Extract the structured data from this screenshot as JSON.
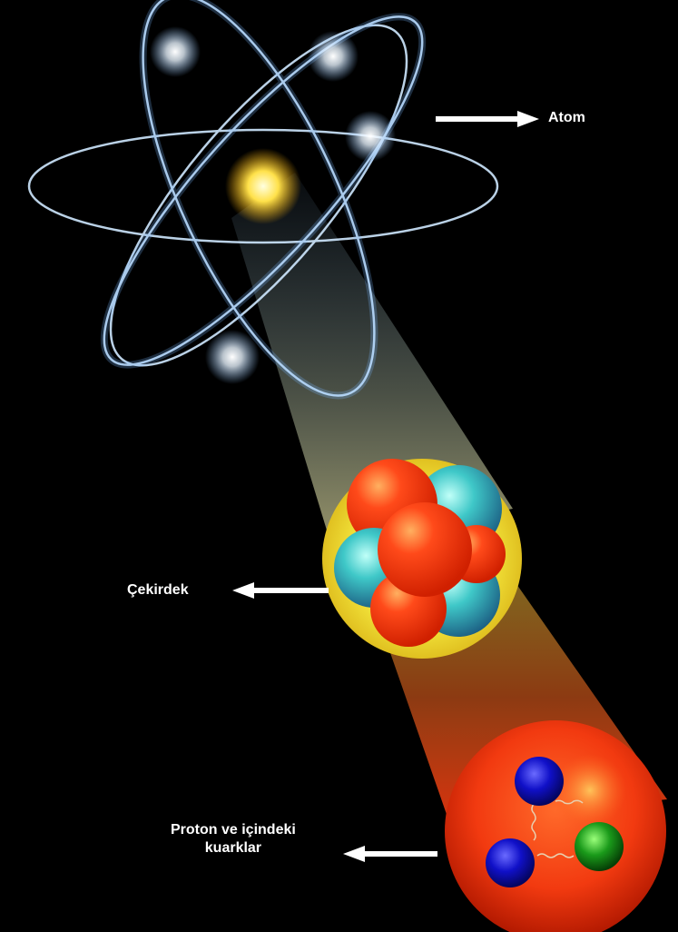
{
  "labels": {
    "atom": "Atom",
    "nucleus": "Çekirdek",
    "proton_line1": "Proton ve içindeki",
    "proton_line2": "kuarklar"
  },
  "colors": {
    "background": "#000000",
    "orbit": "#cfe8ff",
    "electron": "#ffffff",
    "atom_core": "#ffe14a",
    "beam_blue": "#9ad0ff",
    "nucleus_halo": "#f2e33a",
    "proton": "#ff3a1a",
    "neutron": "#3fc8c8",
    "quark_blue": "#1010c8",
    "quark_green": "#1a9a1a",
    "arrow": "#ffffff"
  },
  "icons": {
    "arrow": "right-arrow-icon",
    "arrow_left": "left-arrow-icon"
  }
}
